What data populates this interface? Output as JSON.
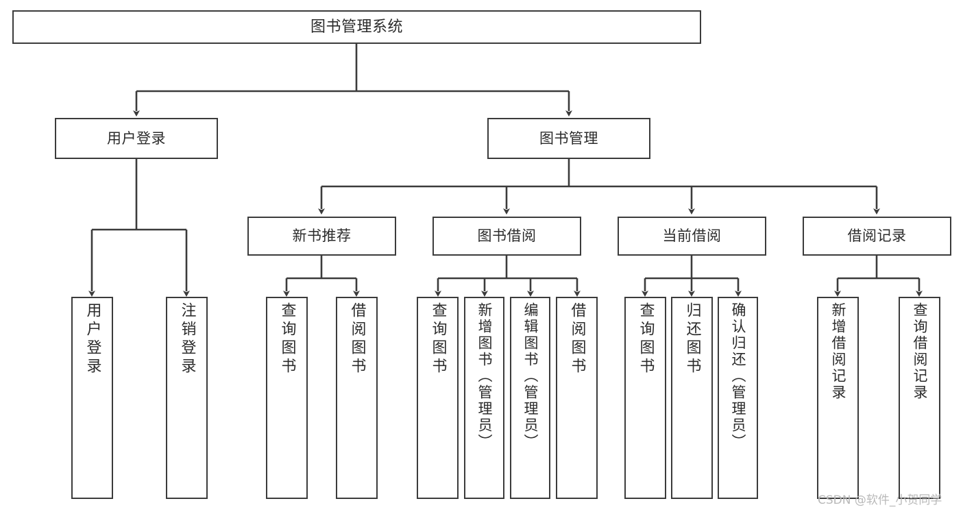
{
  "diagram": {
    "title": "图书管理系统",
    "watermark": "CSDN @软件_小贺同学",
    "stroke_color": "#3b3b3b",
    "text_color": "#2b2b2b",
    "background_color": "#ffffff"
  },
  "nodes": {
    "root": {
      "label": "图书管理系统"
    },
    "level2": [
      {
        "label": "用户登录"
      },
      {
        "label": "图书管理"
      }
    ],
    "level3": [
      {
        "label": "新书推荐"
      },
      {
        "label": "图书借阅"
      },
      {
        "label": "当前借阅"
      },
      {
        "label": "借阅记录"
      }
    ],
    "leaves": {
      "user_login": [
        {
          "label": "用户登录"
        },
        {
          "label": "注销登录"
        }
      ],
      "new_book": [
        {
          "label": "查询图书"
        },
        {
          "label": "借阅图书"
        }
      ],
      "book_borrow": [
        {
          "label": "查询图书"
        },
        {
          "label": "新增图书（管理员）"
        },
        {
          "label": "编辑图书（管理员）"
        },
        {
          "label": "借阅图书"
        }
      ],
      "current_borrow": [
        {
          "label": "查询图书"
        },
        {
          "label": "归还图书"
        },
        {
          "label": "确认归还（管理员）"
        }
      ],
      "borrow_record": [
        {
          "label": "新增借阅记录"
        },
        {
          "label": "查询借阅记录"
        }
      ]
    }
  }
}
